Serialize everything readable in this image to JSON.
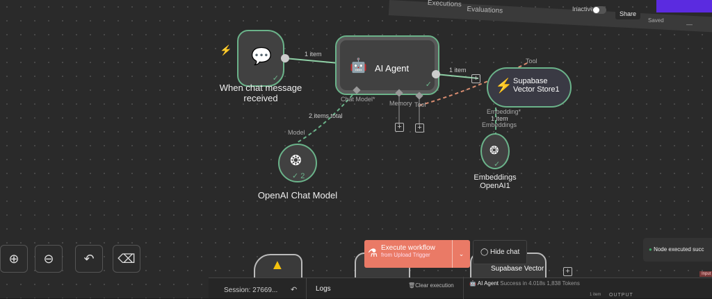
{
  "topbar": {
    "tabs": [
      "Executions",
      "Evaluations"
    ],
    "status": "Inactive",
    "share": "Share",
    "saved": "Saved",
    "more": "—"
  },
  "nodes": {
    "trigger": {
      "label": "When chat message received"
    },
    "agent": {
      "label": "AI Agent",
      "ports": [
        "Chat Model*",
        "Memory",
        "Tool"
      ]
    },
    "vector": {
      "label": "Supabase Vector Store1",
      "port_top": "Tool",
      "port_bottom": "Embedding*"
    },
    "openai": {
      "label": "OpenAI Chat Model",
      "port": "Model",
      "count": "2"
    },
    "embed": {
      "label": "Embeddings OpenAI1",
      "port": "Embeddings"
    }
  },
  "edges": {
    "e1": "1 item",
    "e2": "1 item",
    "e3": "2 items total",
    "e4": "1 item"
  },
  "execute": {
    "title": "Execute workflow",
    "subtitle": "from Upload Trigger"
  },
  "hide_chat": "Hide chat",
  "bg_node": "Supabase Vector",
  "toast": "Node executed succ",
  "bottom": {
    "session": "Session: 27669...",
    "logs": "Logs",
    "clear": "Clear execution",
    "agent": "AI Agent",
    "success": "Success in 4.018s",
    "tokens": "1,838 Tokens",
    "items": "1 item",
    "output": "OUTPUT",
    "input": "Input"
  },
  "controls": [
    "zoom-in",
    "zoom-out",
    "undo",
    "clean-up"
  ]
}
